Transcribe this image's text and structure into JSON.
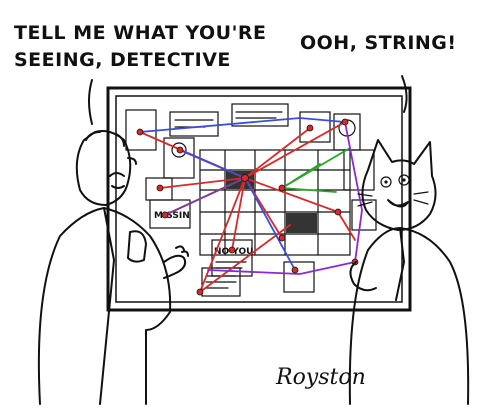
{
  "captions": {
    "left": "TELL ME WHAT YOU'RE\nSEEING, DETECTIVE",
    "right": "OOH, STRING!"
  },
  "board_labels": {
    "missing": "MISSIN",
    "note": "NO YOU"
  },
  "signature": "Royston",
  "colors": {
    "red": "#d82a2a",
    "blue": "#3a4fd8",
    "green": "#2aa52a",
    "purple": "#8a2ad0",
    "ink": "#111111"
  }
}
